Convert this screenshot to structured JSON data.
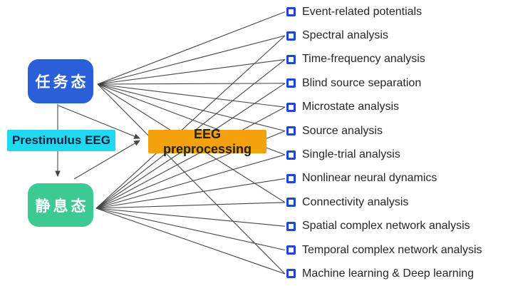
{
  "nodes": {
    "task_state": {
      "label": "任务态",
      "color": "#2b5fd9",
      "text_color": "#ffffff"
    },
    "resting_state": {
      "label": "静息态",
      "color": "#3cc992",
      "text_color": "#ffffff"
    },
    "prestimulus": {
      "label": "Prestimulus EEG",
      "color": "#20d8f0",
      "text_color": "#17233f"
    },
    "preprocessing": {
      "label": "EEG preprocessing",
      "color": "#f4a10d",
      "text_color": "#212121"
    }
  },
  "methods": {
    "bullet_color": "#1d45d6",
    "items": [
      "Event-related potentials",
      "Spectral analysis",
      "Time-frequency analysis",
      "Blind source separation",
      "Microstate analysis",
      "Source analysis",
      "Single-trial analysis",
      "Nonlinear neural dynamics",
      "Connectivity analysis",
      "Spatial complex network analysis",
      "Temporal complex network analysis",
      "Machine learning & Deep learning"
    ]
  },
  "edges": {
    "task_to_items": [
      1,
      2,
      3,
      4,
      5,
      6,
      7,
      9,
      12
    ],
    "rest_to_items": [
      2,
      3,
      4,
      5,
      6,
      7,
      8,
      9,
      10,
      11,
      12
    ],
    "flow": [
      {
        "from": "task_state",
        "to": "resting_state"
      },
      {
        "from": "task_state",
        "to": "preprocessing"
      },
      {
        "from": "resting_state",
        "to": "preprocessing"
      }
    ]
  },
  "colors": {
    "background": "#ffffff",
    "line": "#454545"
  }
}
